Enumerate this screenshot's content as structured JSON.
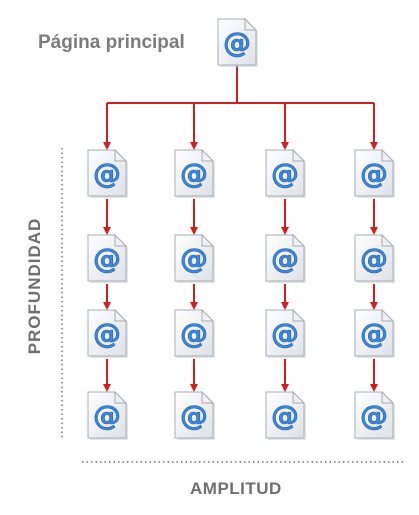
{
  "root": {
    "label": "Página principal"
  },
  "page_icon": {
    "icon": "email-page-icon",
    "glyph": "@"
  },
  "axes": {
    "depth_label": "PROFUNDIDAD",
    "breadth_label": "AMPLITUD"
  },
  "grid": {
    "columns": 4,
    "rows": 4
  },
  "colors": {
    "arrow": "#d11f1f",
    "label": "#7c7c7c",
    "dotted_axis": "#555555",
    "at_sign": "#3e86d6"
  }
}
